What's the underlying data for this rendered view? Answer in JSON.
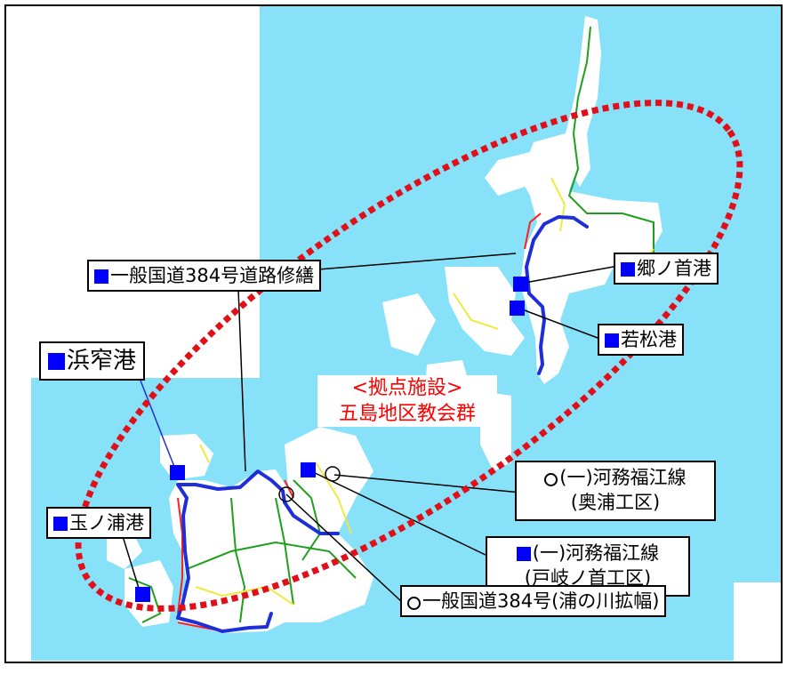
{
  "colors": {
    "sea": "#87e2f9",
    "land": "#ffffff",
    "frame": "#000000",
    "route_blue": "#1f2fd8",
    "road_green": "#1ea01e",
    "road_yellow": "#f0ea40",
    "road_red": "#ff2020",
    "ellipse_red": "#e0101a",
    "marker_blue": "#0000ff",
    "base_text": "#ff0000"
  },
  "labels": {
    "route384_repair": "一般国道384号道路修繕",
    "gonokubi_port": "郷ノ首港",
    "wakamatsu_port": "若松港",
    "hamasako_port": "浜窄港",
    "tamanoura_port": "玉ノ浦港",
    "kawamu_okuura_line1": "(一)河務福江線",
    "kawamu_okuura_line2": "(奥浦工区)",
    "kawamu_tokinokubi_line1": "(一)河務福江線",
    "kawamu_tokinokubi_line2": "(戸岐ノ首工区)",
    "route384_uranokawa": "一般国道384号(浦の川拡幅)"
  },
  "base_facility": {
    "title": "<拠点施設>",
    "name": "五島地区教会群"
  },
  "icons": {
    "port_marker": "blue-square-icon",
    "project_marker": "circle-icon"
  }
}
